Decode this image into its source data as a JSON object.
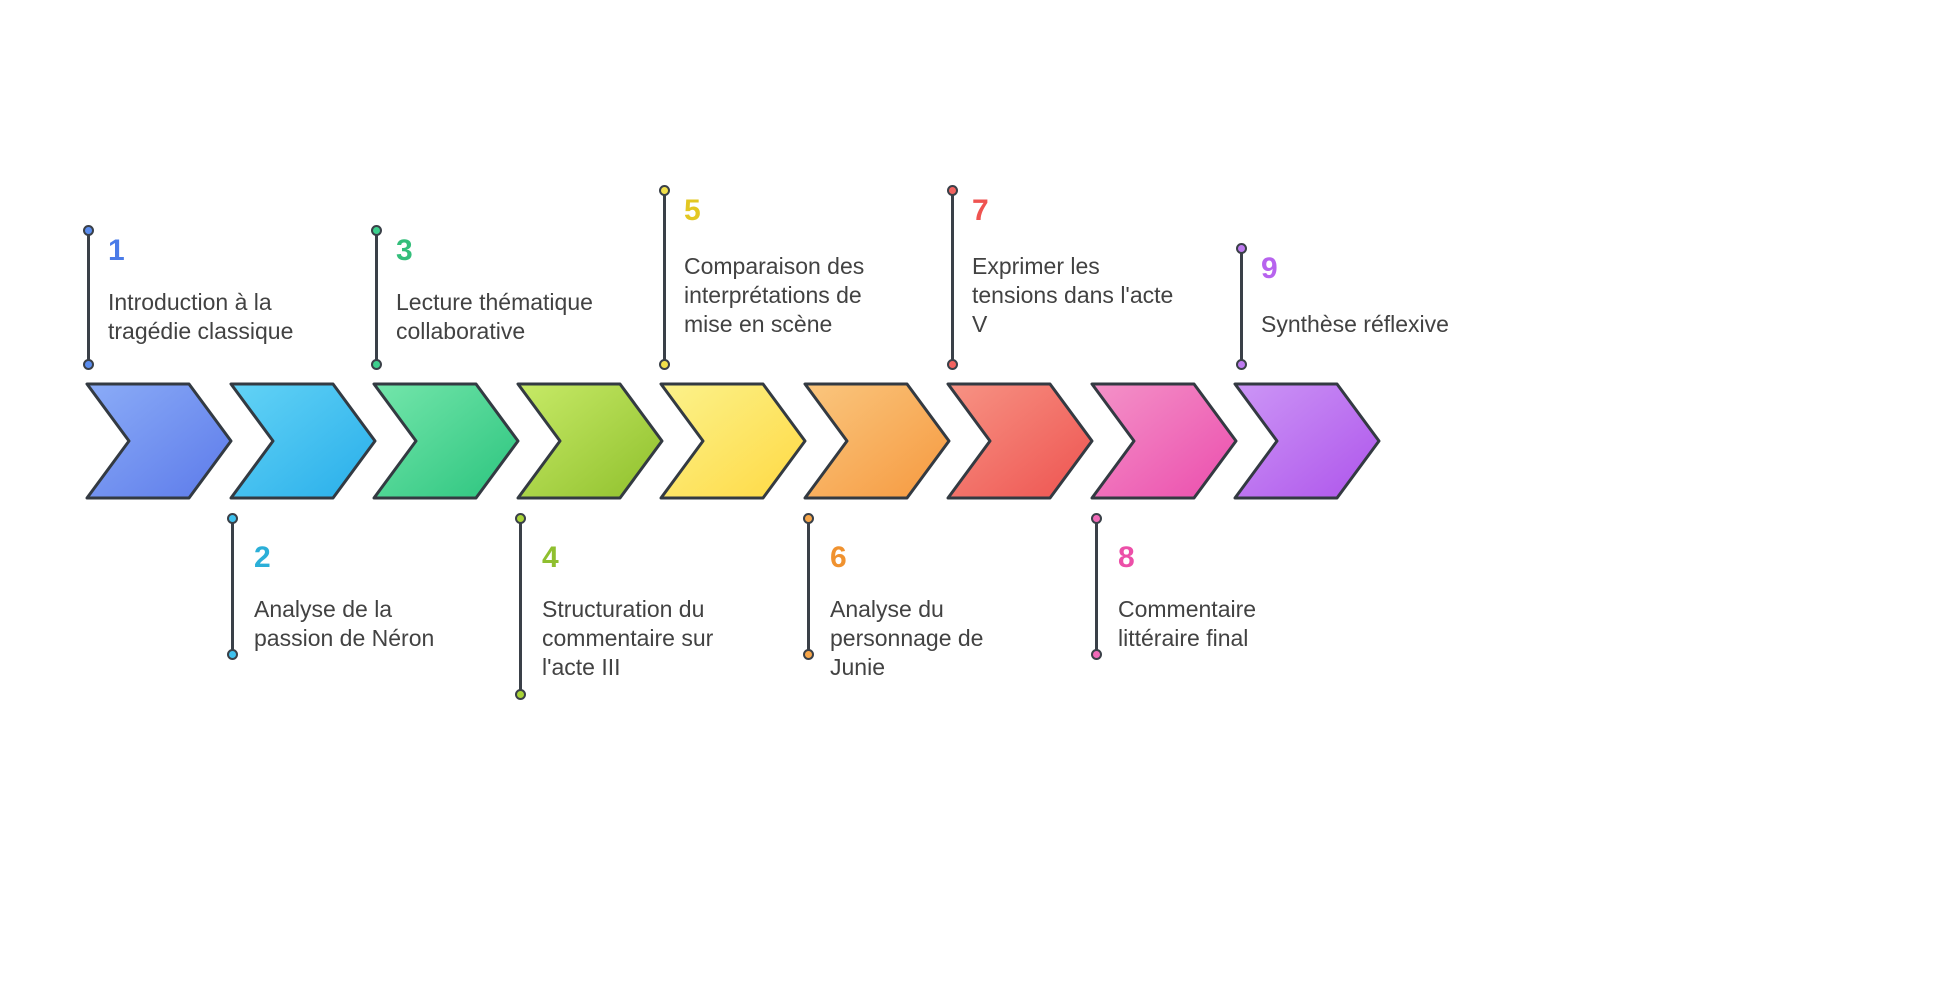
{
  "figure": {
    "background": "#FFFFFF",
    "text_color": "#424242",
    "line_color": "#3A4048",
    "chevron_outline": "#333A42"
  },
  "steps": [
    {
      "number": "1",
      "label": "Introduction à la tragédie classique",
      "side": "top",
      "number_color": "#4A7BE8",
      "dot_color": "#5B8DEF",
      "gradient_start": "#8BACF7",
      "gradient_end": "#5C7AEA"
    },
    {
      "number": "2",
      "label": "Analyse de la passion de Néron",
      "side": "bottom",
      "number_color": "#2BAFD8",
      "dot_color": "#3EC1EE",
      "gradient_start": "#63D3F6",
      "gradient_end": "#28AEEA"
    },
    {
      "number": "3",
      "label": "Lecture thématique collaborative",
      "side": "top",
      "number_color": "#34BE7B",
      "dot_color": "#3ECF8E",
      "gradient_start": "#74E6AB",
      "gradient_end": "#2BC47E"
    },
    {
      "number": "4",
      "label": "Structuration du commentaire sur l'acte III",
      "side": "bottom",
      "number_color": "#8FBF2F",
      "dot_color": "#A9D438",
      "gradient_start": "#C7EA67",
      "gradient_end": "#8FC02C"
    },
    {
      "number": "5",
      "label": "Comparaison des interprétations de mise en scène",
      "side": "top",
      "number_color": "#E3C722",
      "dot_color": "#F2E04A",
      "gradient_start": "#FBF28B",
      "gradient_end": "#FFD943"
    },
    {
      "number": "6",
      "label": "Analyse du personnage de Junie",
      "side": "bottom",
      "number_color": "#F0922F",
      "dot_color": "#F7A64A",
      "gradient_start": "#FAC67E",
      "gradient_end": "#F6993F"
    },
    {
      "number": "7",
      "label": "Exprimer les tensions dans l'acte V",
      "side": "top",
      "number_color": "#EF5350",
      "dot_color": "#F26360",
      "gradient_start": "#F79384",
      "gradient_end": "#EE5350"
    },
    {
      "number": "8",
      "label": "Commentaire littéraire final",
      "side": "bottom",
      "number_color": "#EC4FA8",
      "dot_color": "#F06AB8",
      "gradient_start": "#F492C8",
      "gradient_end": "#EB4DAD"
    },
    {
      "number": "9",
      "label": "Synthèse réflexive",
      "side": "top",
      "number_color": "#B763EE",
      "dot_color": "#BE7AF0",
      "gradient_start": "#CC96F6",
      "gradient_end": "#AE54EB"
    }
  ]
}
